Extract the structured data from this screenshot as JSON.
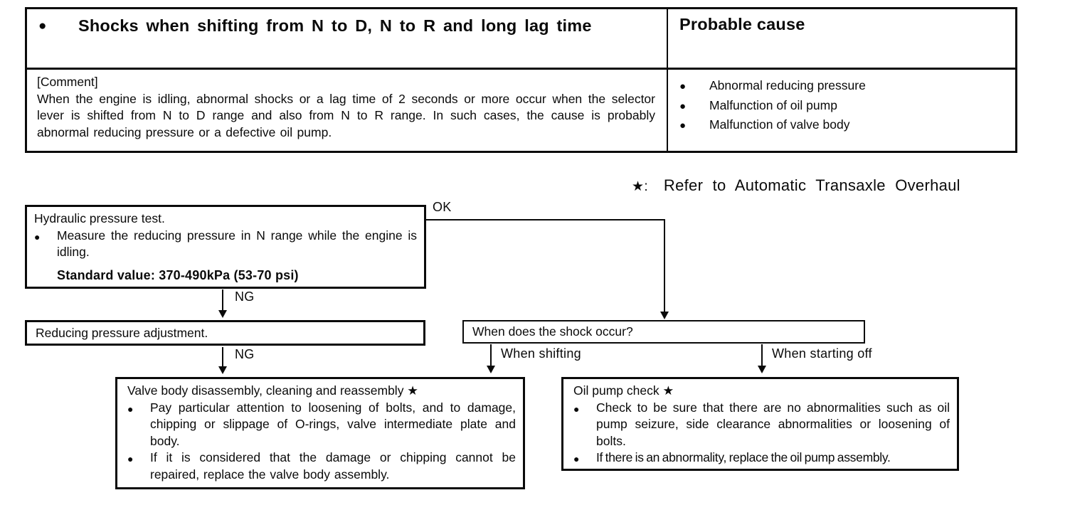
{
  "glyphs": {
    "bullet": "●",
    "star": "★"
  },
  "table": {
    "symptom_title": "Shocks when shifting from N to D, N to R and long lag time",
    "probable_cause_header": "Probable cause",
    "comment_label": "[Comment]",
    "comment_text": "When the engine is idling, abnormal shocks or a lag time of 2 seconds or more occur when the selector lever is shifted from N to D range and also from N to R range.  In such cases, the cause is probably abnormal reducing pressure or a defective oil pump.",
    "causes": [
      "Abnormal reducing pressure",
      "Malfunction of oil pump",
      "Malfunction of valve body"
    ]
  },
  "note": {
    "star": "★:",
    "text": "Refer to Automatic Transaxle Overhaul"
  },
  "flowchart": {
    "labels": {
      "ok": "OK",
      "ng_upper": "NG",
      "ng_lower": "NG",
      "when_shifting": "When shifting",
      "when_starting_off": "When starting off"
    },
    "hydraulic_box": {
      "title": "Hydraulic pressure test.",
      "bullets": [
        "Measure the reducing pressure in N range while the engine is idling."
      ],
      "standard_value": "Standard value: 370-490kPa (53-70 psi)"
    },
    "adjustment_box": {
      "title": "Reducing pressure adjustment."
    },
    "shock_question_box": {
      "title": "When does the shock occur?"
    },
    "valve_body_box": {
      "title": "Valve body disassembly, cleaning and reassembly ★",
      "bullets": [
        "Pay particular attention to loosening of bolts, and to damage, chipping or slippage of O-rings, valve intermediate plate and body.",
        "If it is considered that the damage or chipping cannot be repaired, replace the valve body assembly."
      ]
    },
    "oil_pump_box": {
      "title": "Oil pump check ★",
      "bullets": [
        "Check to be sure that there are no abnormalities such as oil pump seizure, side clearance abnormalities or loosening of bolts.",
        "If there is an abnormality, replace the oil pump assembly."
      ]
    }
  }
}
